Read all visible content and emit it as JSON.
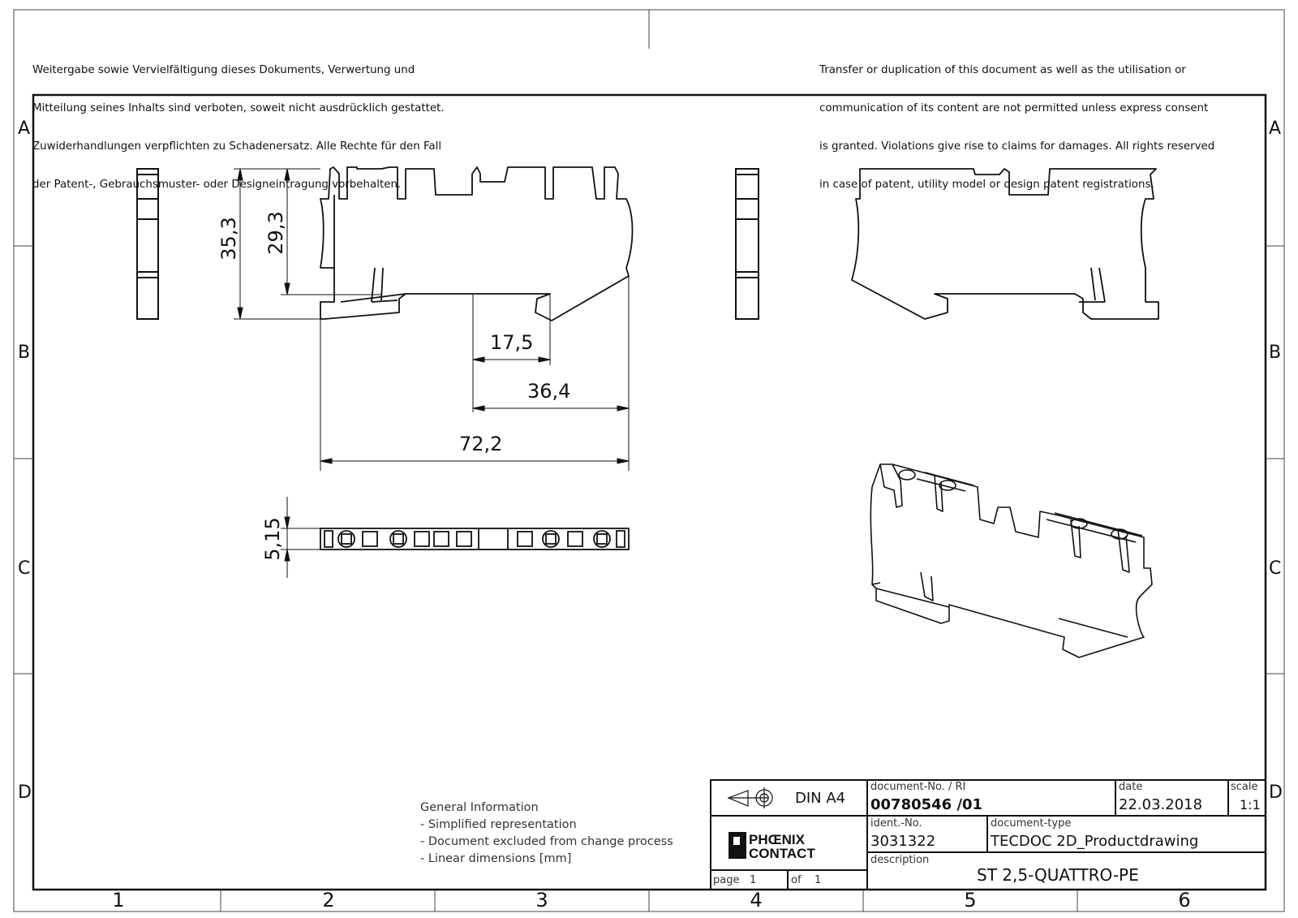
{
  "legal": {
    "german": [
      "Weitergabe sowie Vervielfältigung dieses Dokuments, Verwertung und",
      "Mitteilung seines Inhalts sind verboten, soweit nicht ausdrücklich gestattet.",
      "Zuwiderhandlungen verpflichten zu Schadenersatz. Alle Rechte für den Fall",
      "der Patent-, Gebrauchsmuster- oder Designeintragung vorbehalten."
    ],
    "english": [
      "Transfer or duplication of this document as well as the utilisation or",
      "communication of its content are not permitted unless express consent",
      "is granted. Violations give rise to claims for damages. All rights reserved",
      "in case of patent, utility model or design patent registrations."
    ]
  },
  "grid": {
    "rows": [
      "A",
      "B",
      "C",
      "D"
    ],
    "columns": [
      "1",
      "2",
      "3",
      "4",
      "5",
      "6"
    ]
  },
  "dimensions": {
    "height_overall": "35,3",
    "height_inner": "29,3",
    "width_a": "17,5",
    "width_b": "36,4",
    "width_total": "72,2",
    "thickness": "5,15"
  },
  "general_info": {
    "title": "General Information",
    "items": [
      "- Simplified representation",
      "- Document excluded from change process",
      "- Linear dimensions [mm]"
    ]
  },
  "title_block": {
    "format": "DIN A4",
    "logo": "PHOENIX CONTACT",
    "doc_no_label": "document-No. / RI",
    "doc_no_value": "00780546 /01",
    "date_label": "date",
    "date_value": "22.03.2018",
    "scale_label": "scale",
    "scale_value": "1:1",
    "ident_label": "ident.-No.",
    "ident_value": "3031322",
    "doctype_label": "document-type",
    "doctype_value": "TECDOC 2D_Productdrawing",
    "description_label": "description",
    "description_value": "ST 2,5-QUATTRO-PE",
    "page_label": "page",
    "page_value": "1",
    "of_label": "of",
    "of_value": "1"
  }
}
